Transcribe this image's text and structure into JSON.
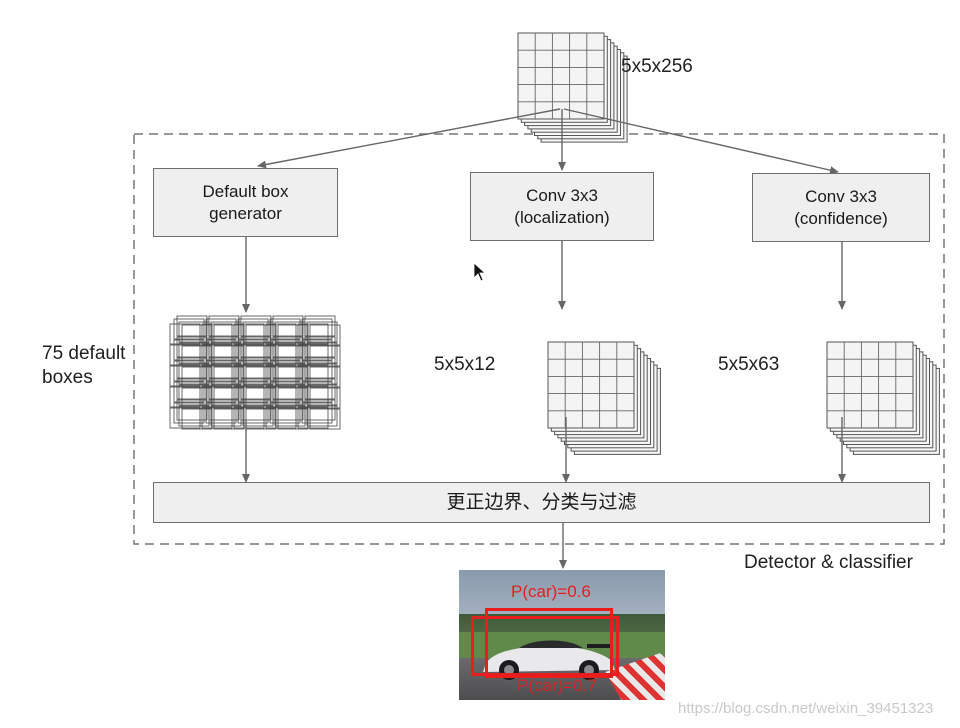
{
  "top_tensor": {
    "label": "5x5x256"
  },
  "region": {
    "label": "Detector & classifier"
  },
  "blocks": {
    "default_box": {
      "line1": "Default box",
      "line2": "generator"
    },
    "localization": {
      "line1": "Conv 3x3",
      "line2": "(localization)"
    },
    "confidence": {
      "line1": "Conv 3x3",
      "line2": "(confidence)"
    }
  },
  "outputs": {
    "default_boxes": {
      "line1": "75 default",
      "line2": "boxes"
    },
    "localization": {
      "label": "5x5x12"
    },
    "confidence": {
      "label": "5x5x63"
    }
  },
  "merge": {
    "label": "更正边界、分类与过滤"
  },
  "result": {
    "top_label": "P(car)=0.6",
    "bottom_label": "P(car)=0.7"
  },
  "watermark": {
    "text": "https://blog.csdn.net/weixin_39451323"
  },
  "colors": {
    "line": "#666666",
    "box_fill": "#efefef",
    "detection": "#e81e1e"
  }
}
